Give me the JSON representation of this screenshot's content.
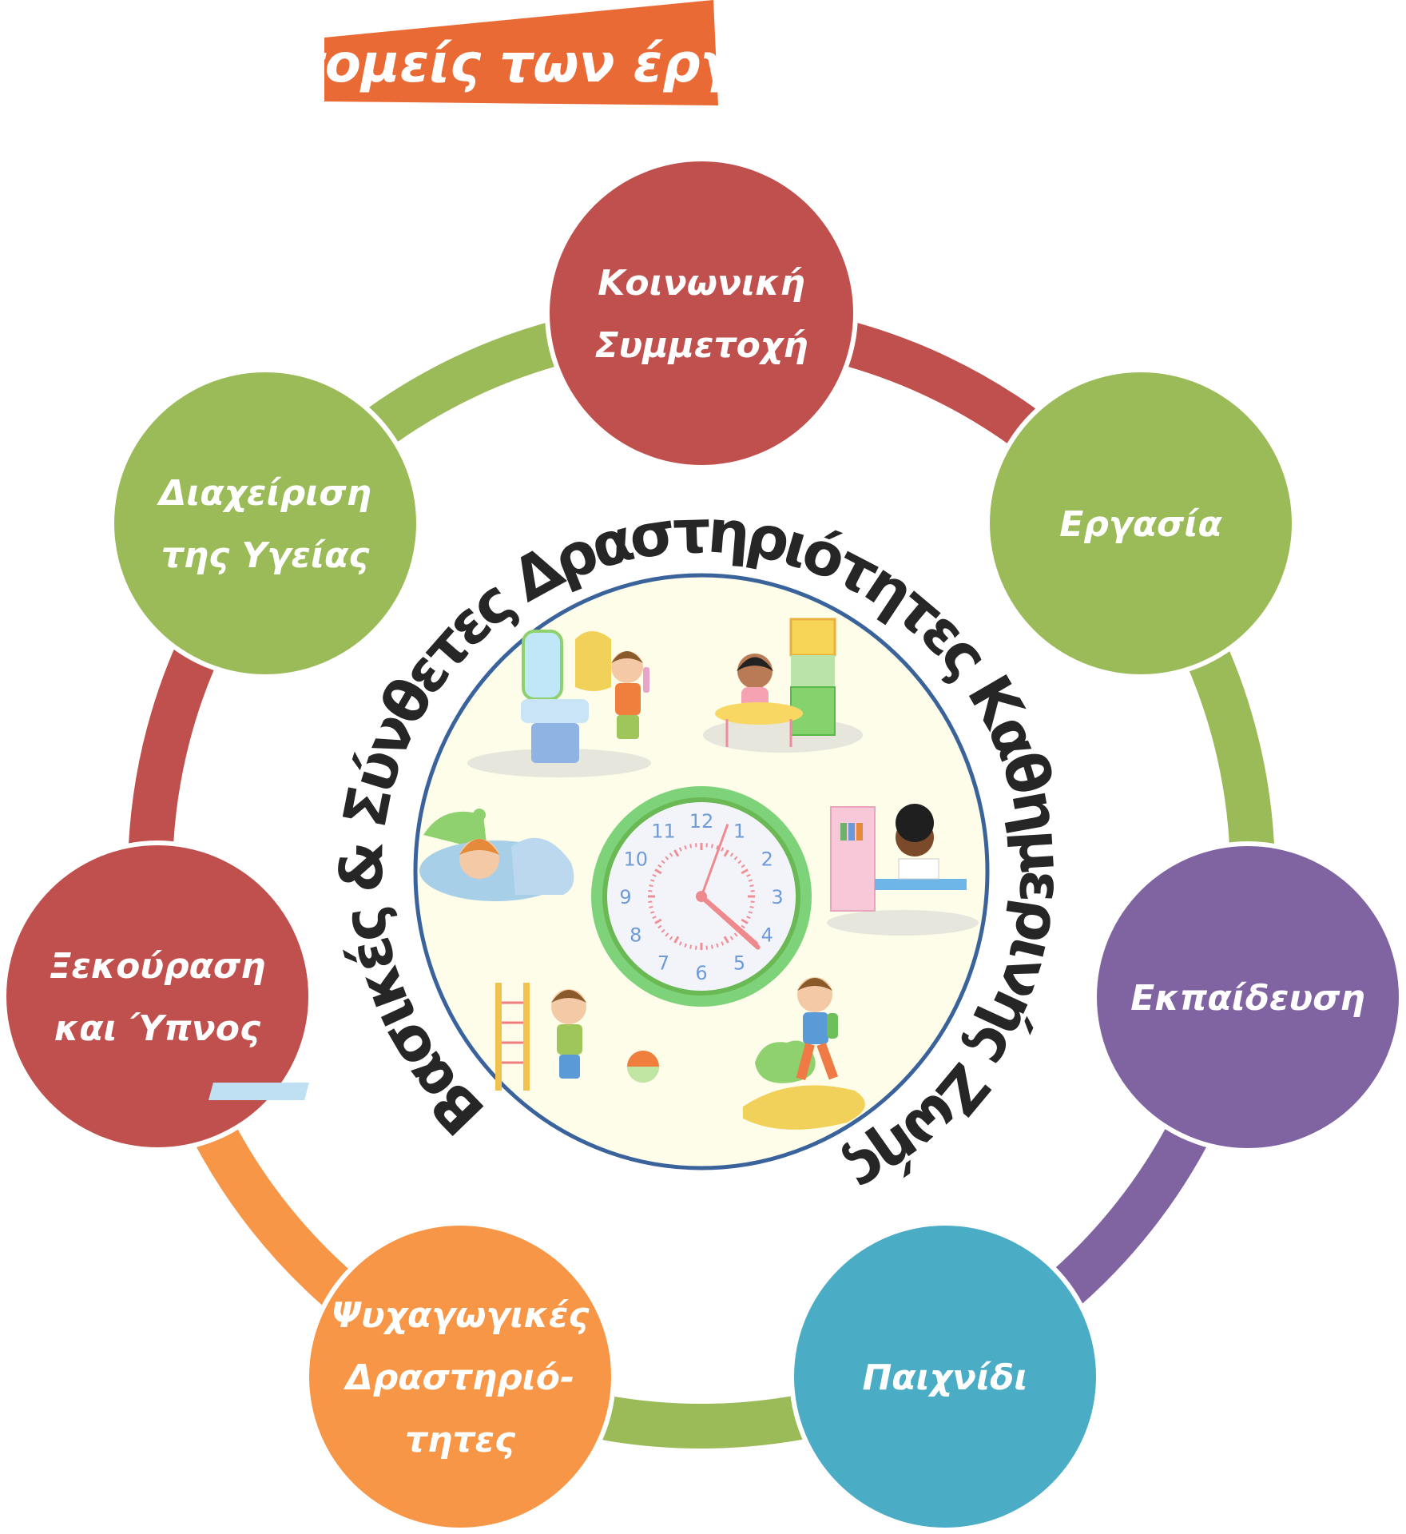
{
  "title": {
    "text": "Οι τομείς των έργων:",
    "color": "#E96A35"
  },
  "center": {
    "curved_title": "Βασικές & Σύνθετες Δραστηριότητες Καθημερινής Ζωής",
    "illustration": "daily-activities-children-with-clock",
    "background_color": "#FDFDE9",
    "border_color": "#3A639C",
    "clock": {
      "numbers": [
        "12",
        "1",
        "2",
        "3",
        "4",
        "5",
        "6",
        "7",
        "8",
        "9",
        "10",
        "11"
      ],
      "hour": 4,
      "minute": 22,
      "second_hand_minute": 40,
      "rim_color": "#7ED27A",
      "hand_color": "#EE8A8E"
    }
  },
  "sectors": [
    {
      "id": "social",
      "lines": [
        "Κοινωνική",
        "Συμμετοχή"
      ],
      "color": "#C0504D"
    },
    {
      "id": "work",
      "lines": [
        "Εργασία"
      ],
      "color": "#9BBB59"
    },
    {
      "id": "education",
      "lines": [
        "Εκπαίδευση"
      ],
      "color": "#8064A2"
    },
    {
      "id": "play",
      "lines": [
        "Παιχνίδι"
      ],
      "color": "#4BACC6"
    },
    {
      "id": "leisure",
      "lines": [
        "Ψυχαγωγικές",
        "Δραστηριό-",
        "τητες"
      ],
      "color": "#F79646"
    },
    {
      "id": "rest",
      "lines": [
        "Ξεκούραση",
        "και Ύπνος"
      ],
      "color": "#C0504D"
    },
    {
      "id": "health",
      "lines": [
        "Διαχείριση",
        "της Υγείας"
      ],
      "color": "#9BBB59"
    }
  ],
  "connectors": [
    {
      "from": "social",
      "to": "work",
      "color": "#C0504D"
    },
    {
      "from": "work",
      "to": "education",
      "color": "#9BBB59"
    },
    {
      "from": "education",
      "to": "play",
      "color": "#8064A2"
    },
    {
      "from": "play",
      "to": "leisure",
      "color": "#9BBB59"
    },
    {
      "from": "leisure",
      "to": "rest",
      "color": "#F79646"
    },
    {
      "from": "rest",
      "to": "health",
      "color": "#C0504D"
    },
    {
      "from": "health",
      "to": "social",
      "color": "#9BBB59"
    }
  ]
}
